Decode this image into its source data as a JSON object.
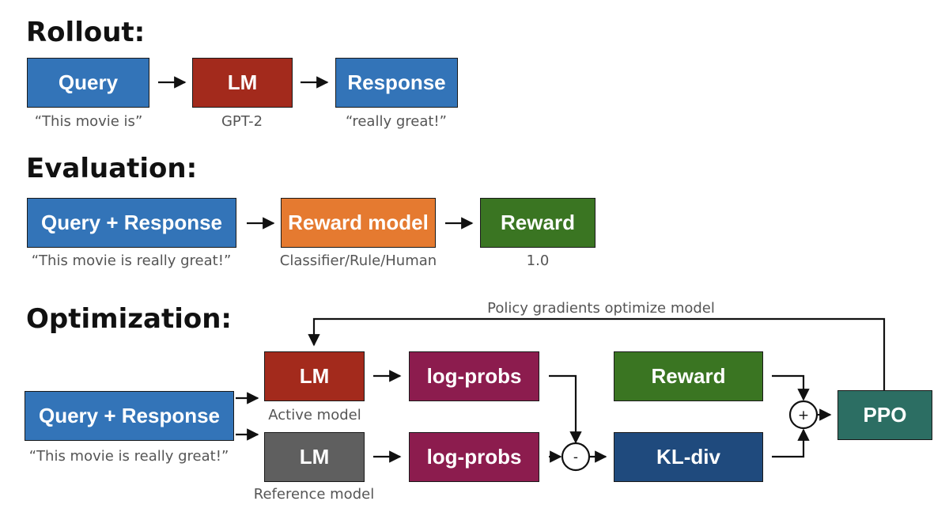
{
  "colors": {
    "blue": "#3374b8",
    "red": "#a32a1c",
    "orange": "#e57a30",
    "green": "#3a7522",
    "maroon": "#8c1c4e",
    "gray": "#5f5f5f",
    "navy": "#1f4a7d",
    "teal": "#2c6e63",
    "line": "#111111"
  },
  "rollout": {
    "heading": "Rollout:",
    "query": {
      "label": "Query",
      "caption": "“This movie is”"
    },
    "lm": {
      "label": "LM",
      "caption": "GPT-2"
    },
    "response": {
      "label": "Response",
      "caption": "“really great!”"
    }
  },
  "evaluation": {
    "heading": "Evaluation:",
    "query_response": {
      "label": "Query + Response",
      "caption": "“This movie is really great!”"
    },
    "reward_model": {
      "label": "Reward model",
      "caption": "Classifier/Rule/Human"
    },
    "reward": {
      "label": "Reward",
      "caption": "1.0"
    }
  },
  "optimization": {
    "heading": "Optimization:",
    "feedback_label": "Policy gradients optimize model",
    "query_response": {
      "label": "Query + Response",
      "caption": "“This movie is really great!”"
    },
    "active_lm": {
      "label": "LM",
      "caption": "Active model"
    },
    "reference_lm": {
      "label": "LM",
      "caption": "Reference model"
    },
    "active_logprobs": {
      "label": "log-probs"
    },
    "reference_logprobs": {
      "label": "log-probs"
    },
    "minus_op": "-",
    "plus_op": "+",
    "reward": {
      "label": "Reward"
    },
    "kl_div": {
      "label": "KL-div"
    },
    "ppo": {
      "label": "PPO"
    }
  }
}
